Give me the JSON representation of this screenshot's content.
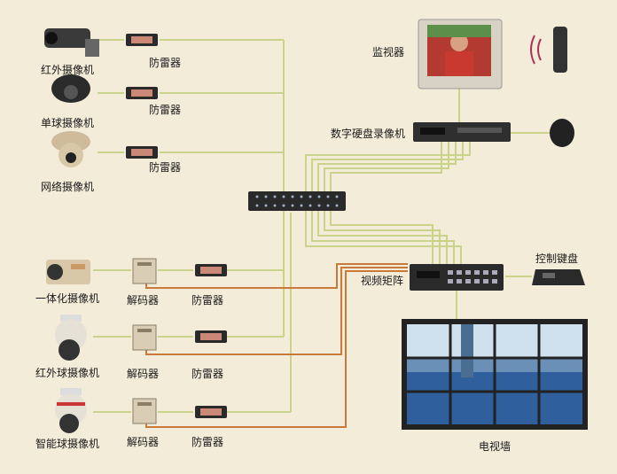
{
  "colors": {
    "background": "#f3ecd9",
    "green_wire": "#c9d48a",
    "orange_wire": "#c97a3a",
    "device_dark": "#2a2a2a"
  },
  "cameras": [
    {
      "label": "红外摄像机",
      "icon": "bullet-camera-icon"
    },
    {
      "label": "单球摄像机",
      "icon": "dome-camera-icon"
    },
    {
      "label": "网络摄像机",
      "icon": "network-camera-icon"
    },
    {
      "label": "一体化摄像机",
      "icon": "box-camera-icon"
    },
    {
      "label": "红外球摄像机",
      "icon": "speed-dome-icon"
    },
    {
      "label": "智能球摄像机",
      "icon": "speed-dome-icon"
    }
  ],
  "surge": {
    "label": "防雷器"
  },
  "decoder": {
    "label": "解码器"
  },
  "devices": {
    "monitor": "监视器",
    "dvr": "数字硬盘录像机",
    "matrix": "视频矩阵",
    "keyboard": "控制键盘",
    "videowall": "电视墙"
  }
}
